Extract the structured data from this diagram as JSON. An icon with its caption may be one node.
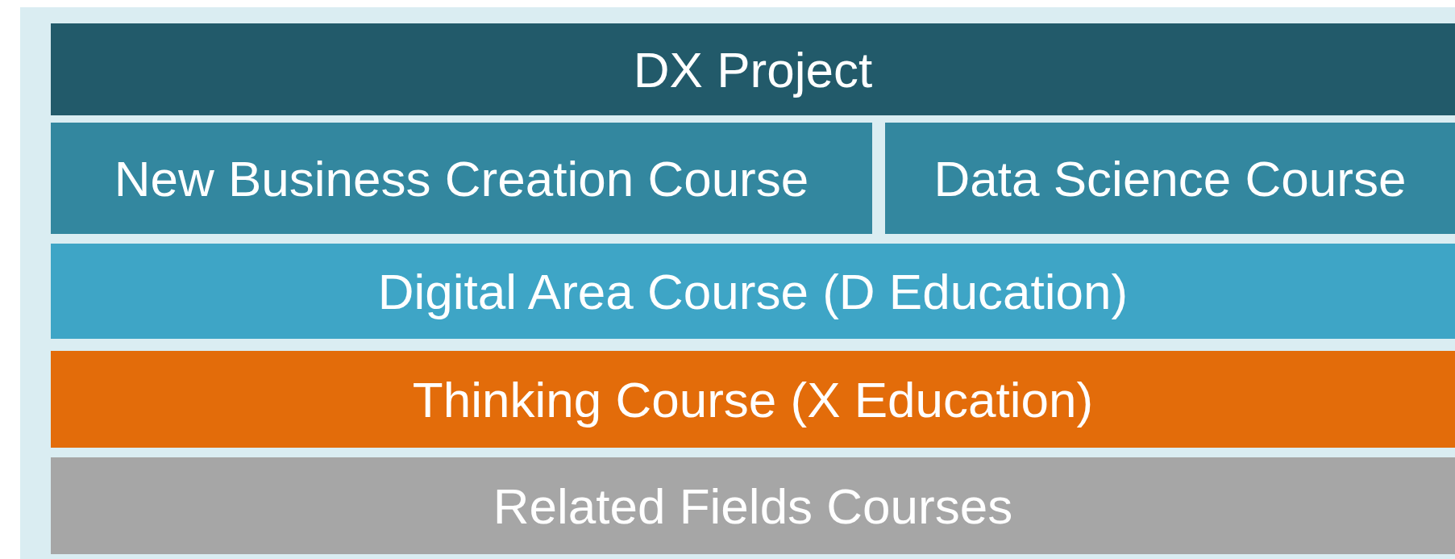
{
  "diagram": {
    "nodes": [
      {
        "text": [
          "DX Project"
        ]
      },
      {
        "text": [
          "New Business Creation Course"
        ]
      },
      {
        "text": [
          "Data Science Course"
        ]
      },
      {
        "text": [
          "Digital Area Course (D Education)"
        ]
      },
      {
        "text": [
          "Thinking Course (X Education)"
        ]
      },
      {
        "text": [
          "Related Fields Courses"
        ]
      }
    ]
  }
}
